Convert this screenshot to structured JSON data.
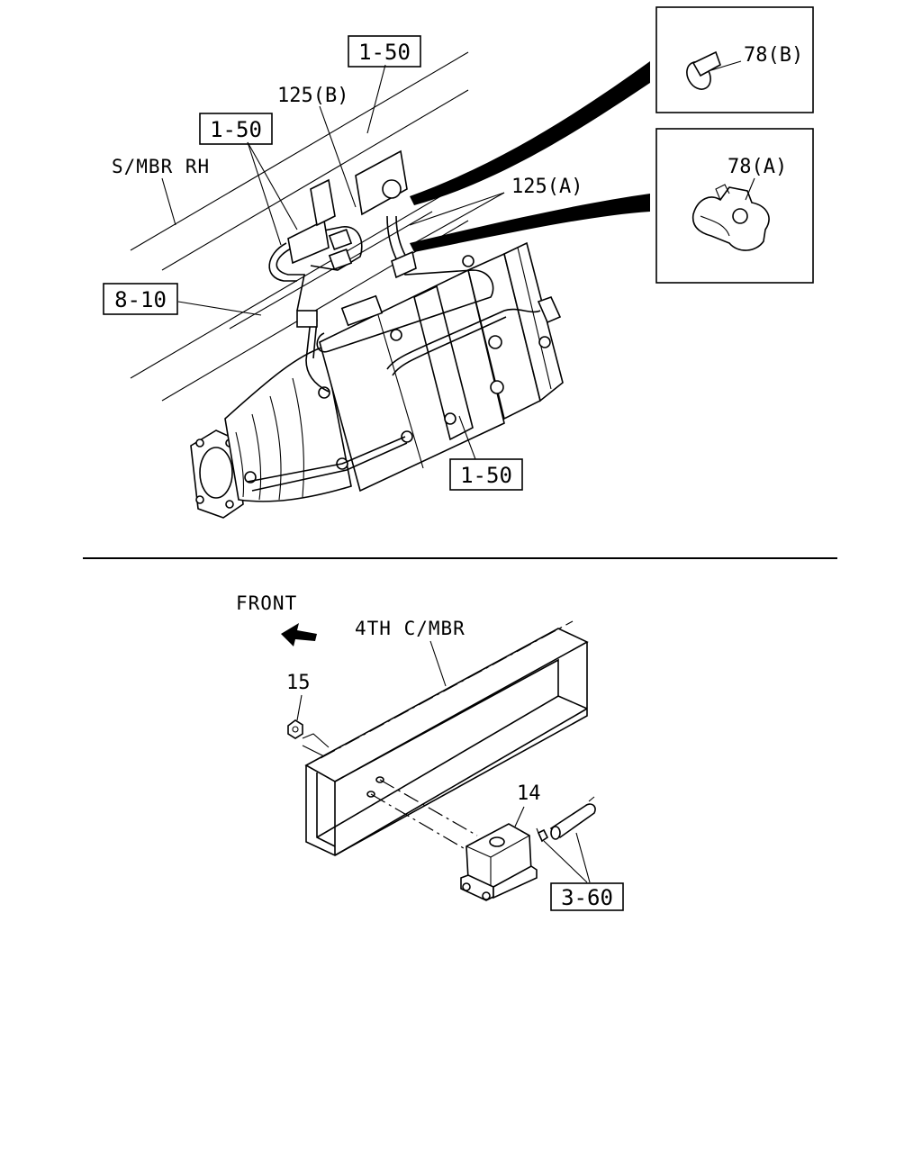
{
  "top_view": {
    "labels": {
      "ref_1_50_top": "1-50",
      "ref_1_50_left": "1-50",
      "ref_1_50_bottom": "1-50",
      "ref_8_10": "8-10",
      "part_125b": "125(B)",
      "part_125a": "125(A)",
      "frame_label": "S/MBR RH"
    },
    "details": {
      "detail_b_label": "78(B)",
      "detail_a_label": "78(A)"
    }
  },
  "bottom_view": {
    "labels": {
      "front": "FRONT",
      "crossmember": "4TH C/MBR",
      "part_15": "15",
      "part_14": "14",
      "ref_3_60": "3-60"
    }
  }
}
